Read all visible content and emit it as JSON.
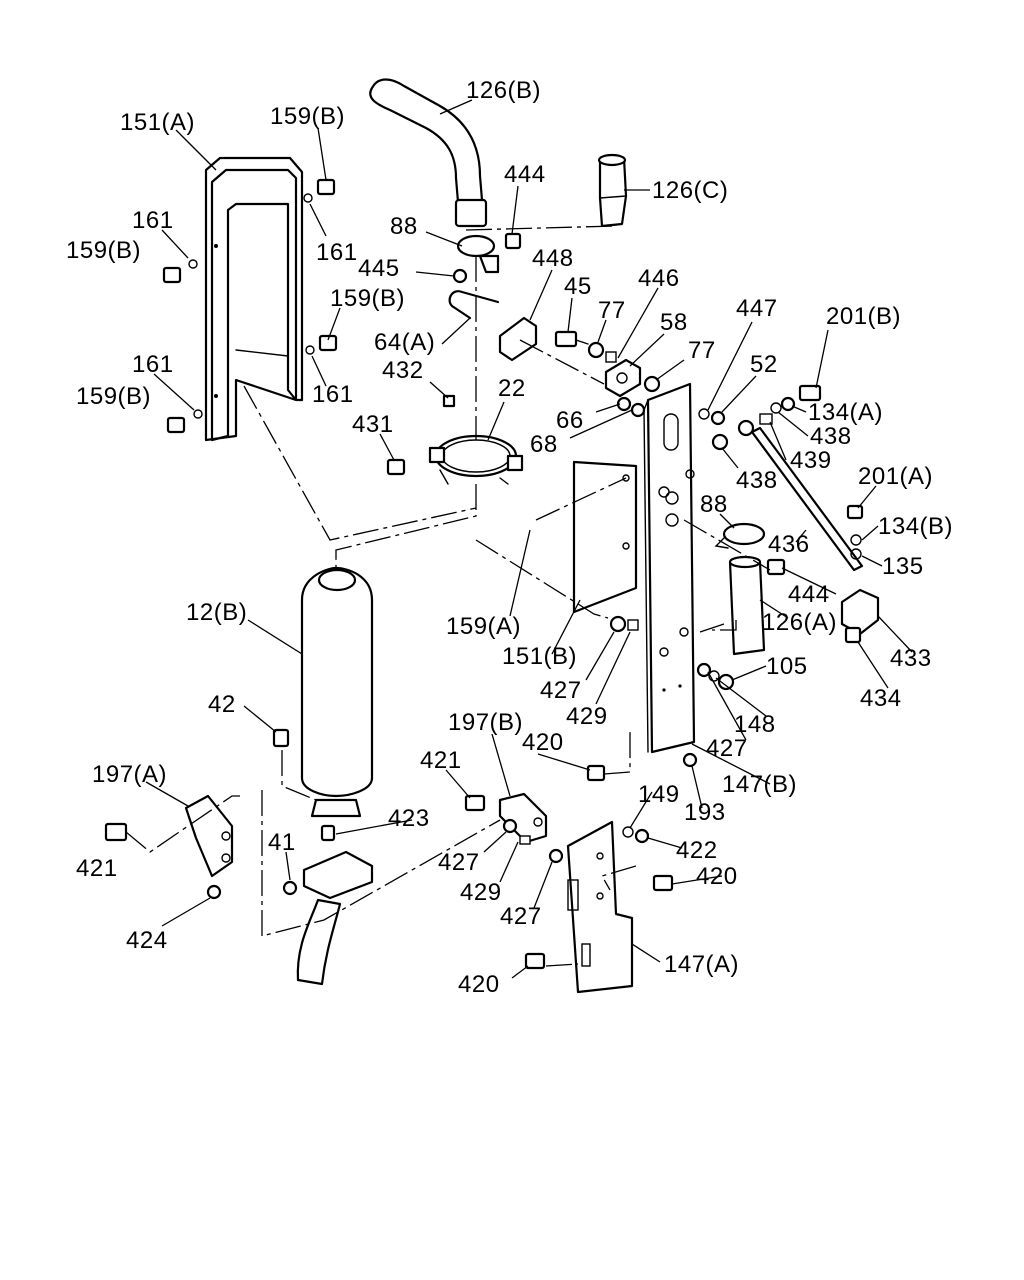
{
  "labels": {
    "126B": "126(B)",
    "151A": "151(A)",
    "159B_1": "159(B)",
    "444_1": "444",
    "126C": "126(C)",
    "161_1": "161",
    "159B_2": "159(B)",
    "88_1": "88",
    "161_2": "161",
    "445": "445",
    "448": "448",
    "446": "446",
    "159B_3": "159(B)",
    "45": "45",
    "77_1": "77",
    "58": "58",
    "447": "447",
    "201B": "201(B)",
    "64A": "64(A)",
    "77_2": "77",
    "432": "432",
    "52": "52",
    "161_3": "161",
    "161_4": "161",
    "159B_4": "159(B)",
    "22": "22",
    "66": "66",
    "134A": "134(A)",
    "431": "431",
    "68": "68",
    "438_1": "438",
    "439": "439",
    "438_2": "438",
    "201A": "201(A)",
    "88_2": "88",
    "134B": "134(B)",
    "436": "436",
    "135": "135",
    "12B": "12(B)",
    "444_2": "444",
    "159A": "159(A)",
    "126A": "126(A)",
    "151B": "151(B)",
    "433": "433",
    "105": "105",
    "427_1": "427",
    "434": "434",
    "148": "148",
    "42": "42",
    "429_1": "429",
    "427_2": "427",
    "197B": "197(B)",
    "420_1": "420",
    "197A": "197(A)",
    "421_1": "421",
    "147B": "147(B)",
    "149": "149",
    "193": "193",
    "423": "423",
    "422": "422",
    "41": "41",
    "421_2": "421",
    "427_3": "427",
    "420_2": "420",
    "429_2": "429",
    "427_4": "427",
    "424": "424",
    "147A": "147(A)",
    "420_3": "420"
  }
}
